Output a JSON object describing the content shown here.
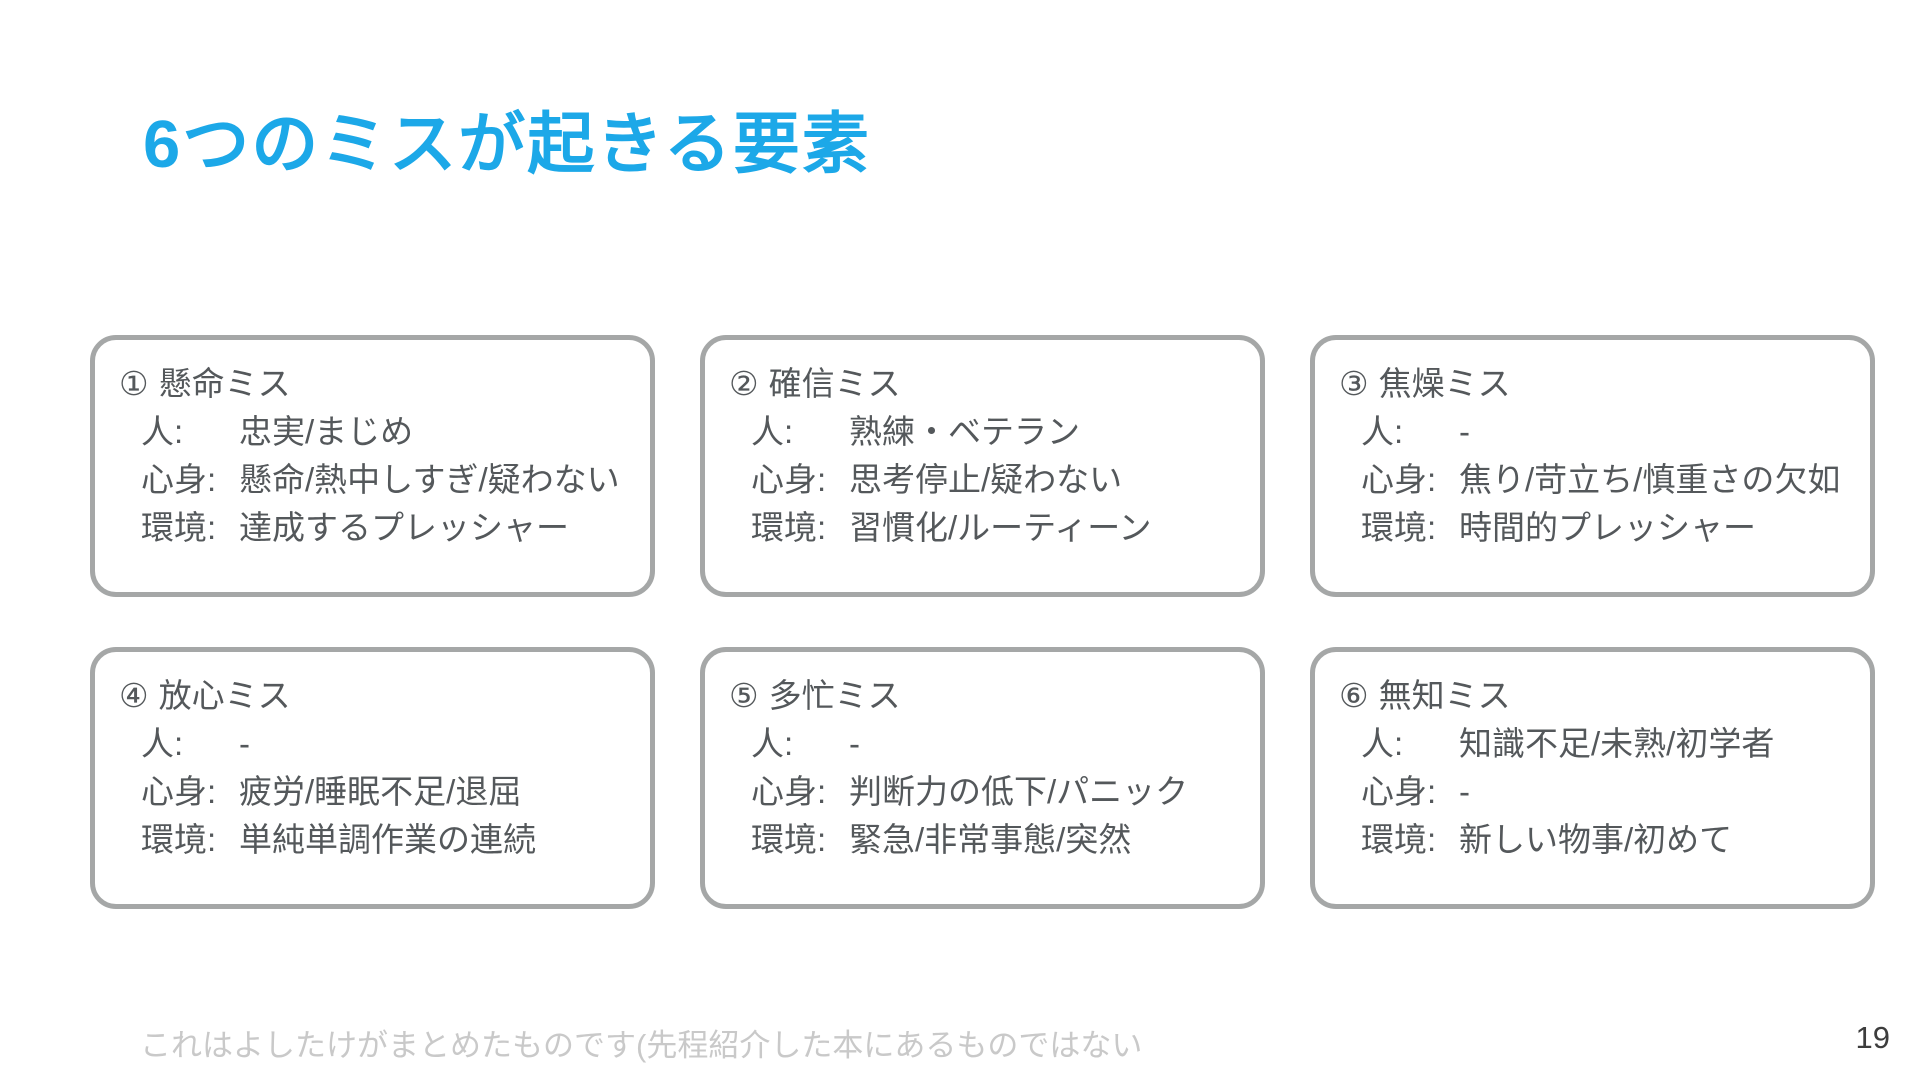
{
  "slide": {
    "title": "6つのミスが起きる要素",
    "title_color": "#1ca8e8",
    "card_border_color": "#a5a7a7",
    "text_color": "#54585b",
    "footer_note": "これはよしたけがまとめたものです(先程紹介した本にあるものではない",
    "page_number": "19"
  },
  "labels": {
    "person": "人:",
    "mind_body": "心身:",
    "environment": "環境:"
  },
  "boxes": [
    {
      "number": "①",
      "name": "懸命ミス",
      "person": "忠実/まじめ",
      "mind_body": "懸命/熱中しすぎ/疑わない",
      "environment": "達成するプレッシャー"
    },
    {
      "number": "②",
      "name": "確信ミス",
      "person": "熟練・ベテラン",
      "mind_body": "思考停止/疑わない",
      "environment": "習慣化/ルーティーン"
    },
    {
      "number": "③",
      "name": "焦燥ミス",
      "person": "-",
      "mind_body": "焦り/苛立ち/慎重さの欠如",
      "environment": "時間的プレッシャー"
    },
    {
      "number": "④",
      "name": "放心ミス",
      "person": "-",
      "mind_body": "疲労/睡眠不足/退屈",
      "environment": "単純単調作業の連続"
    },
    {
      "number": "⑤",
      "name": "多忙ミス",
      "person": "-",
      "mind_body": "判断力の低下/パニック",
      "environment": "緊急/非常事態/突然"
    },
    {
      "number": "⑥",
      "name": "無知ミス",
      "person": "知識不足/未熟/初学者",
      "mind_body": "-",
      "environment": "新しい物事/初めて"
    }
  ]
}
